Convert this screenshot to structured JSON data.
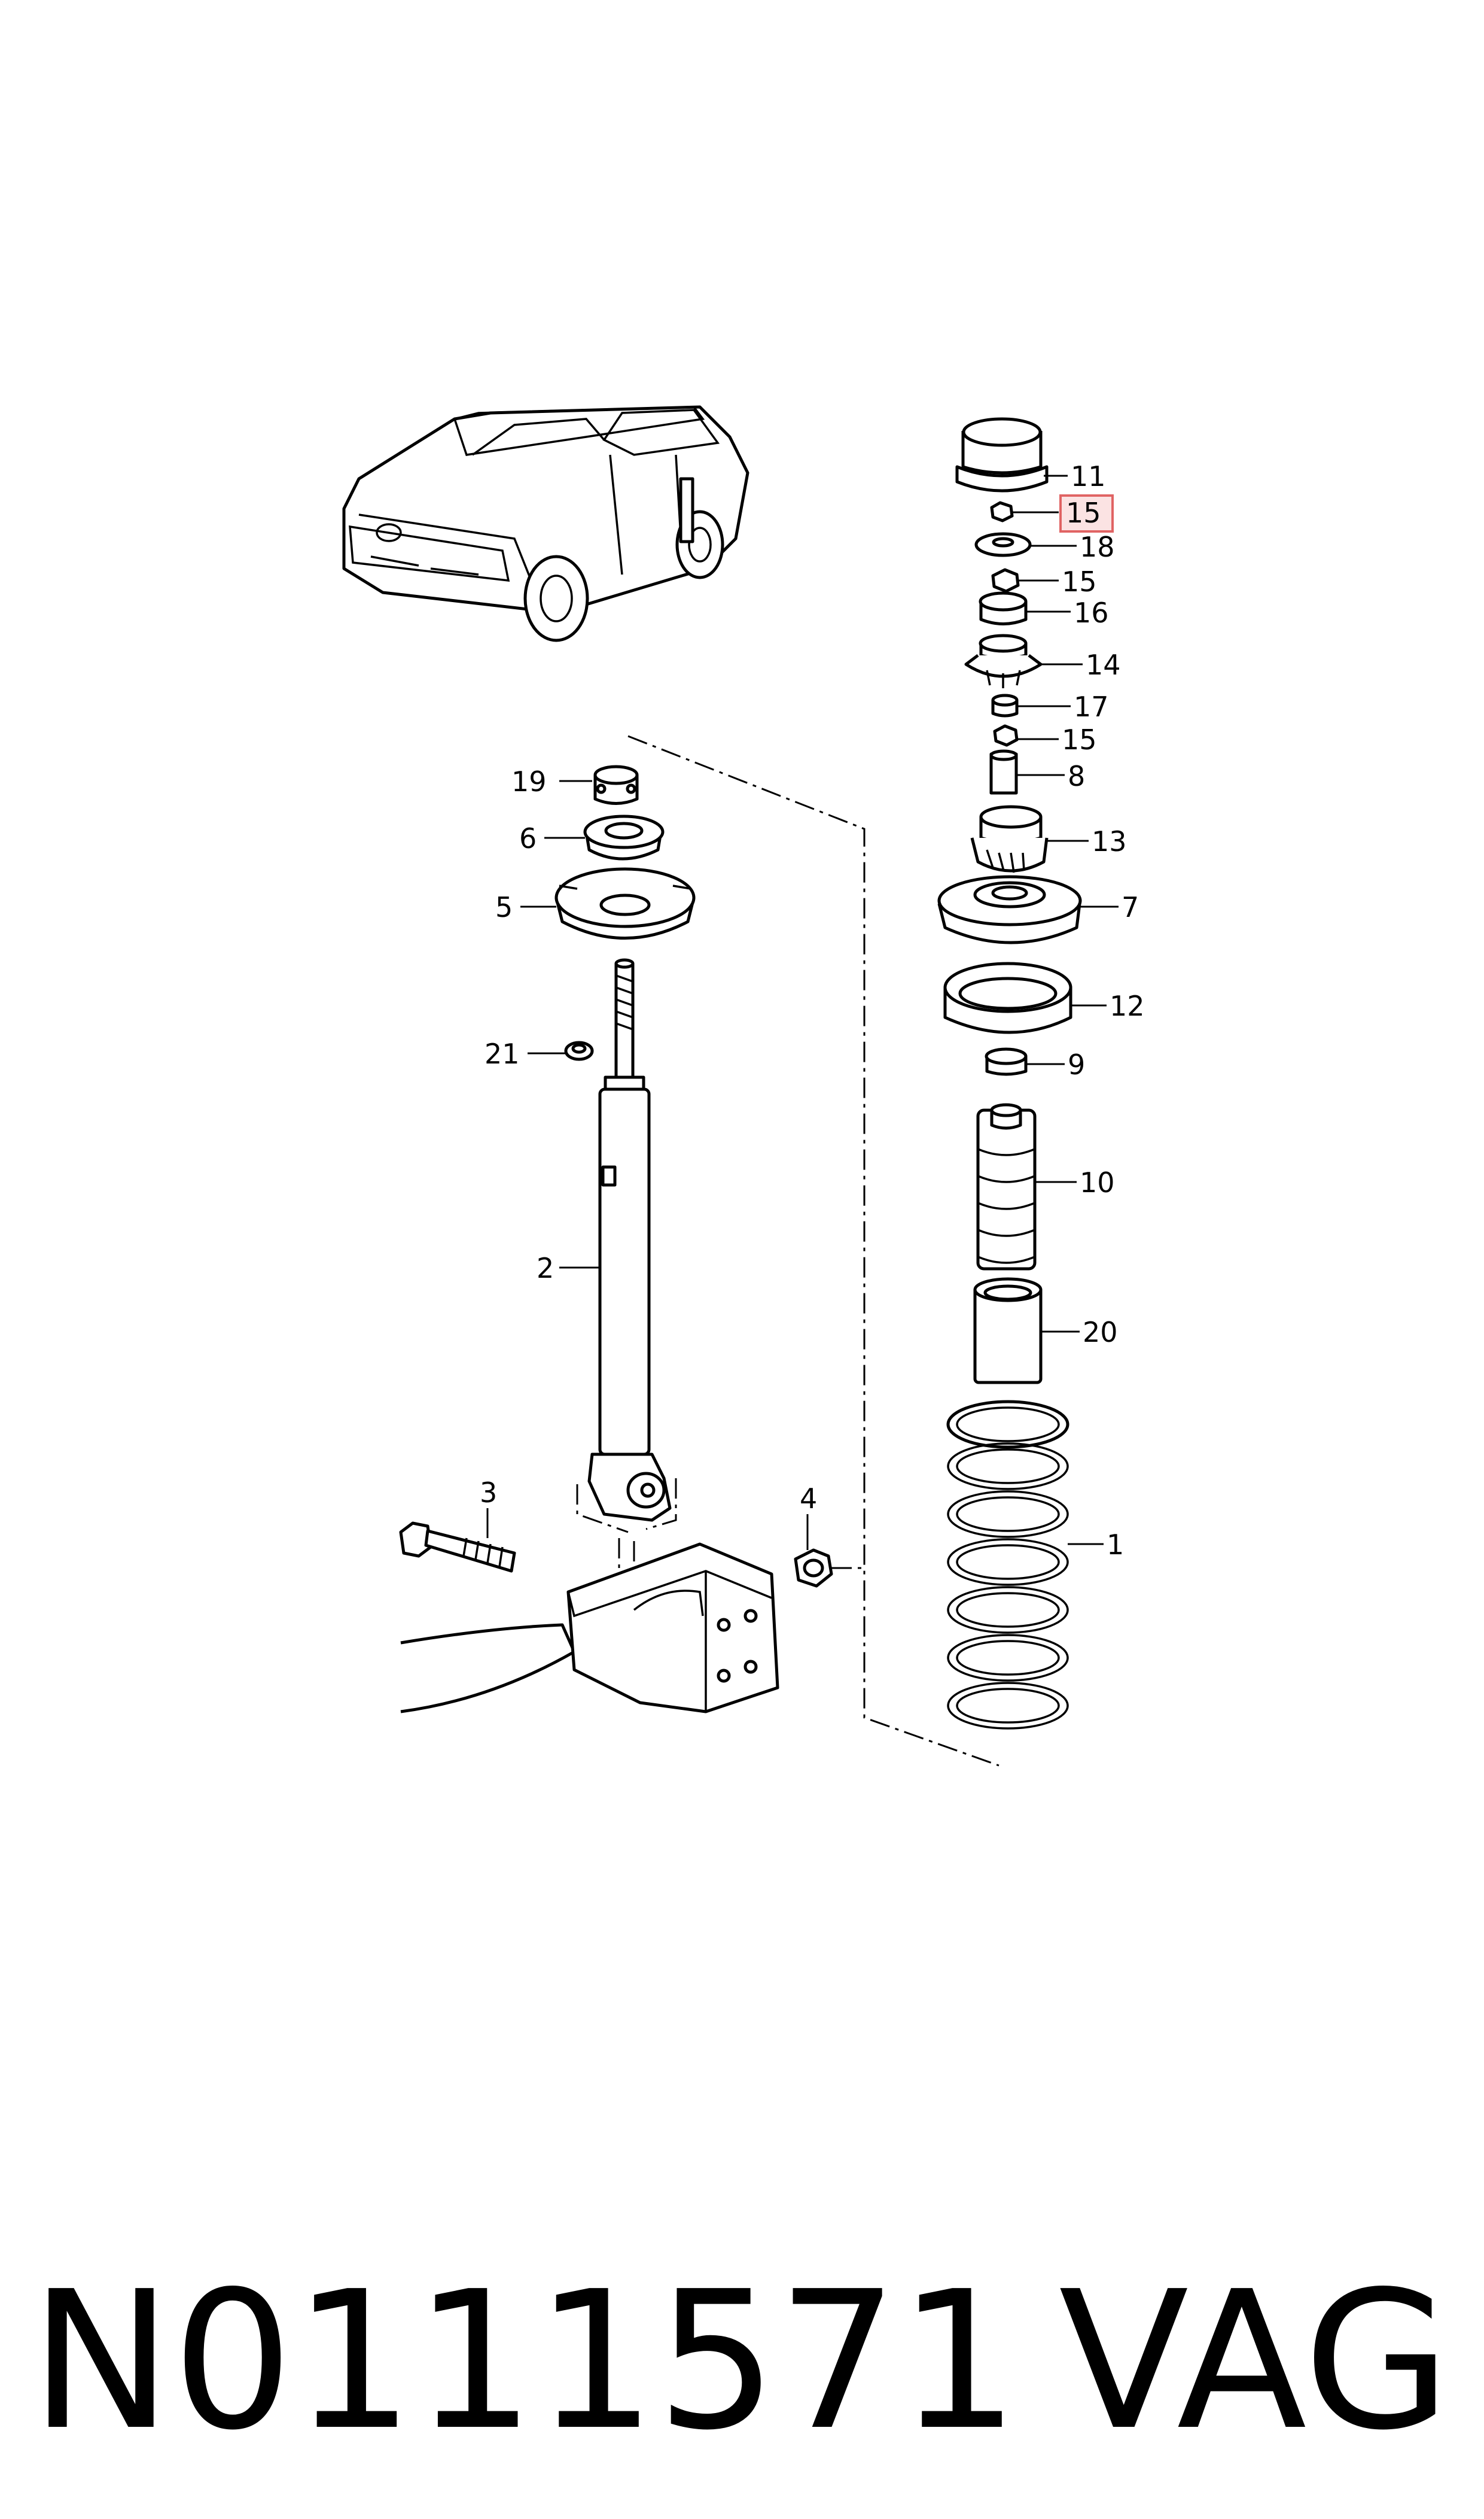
{
  "callouts": {
    "c1": "1",
    "c2": "2",
    "c3": "3",
    "c4": "4",
    "c5": "5",
    "c6": "6",
    "c7": "7",
    "c8": "8",
    "c9": "9",
    "c10": "10",
    "c11": "11",
    "c12": "12",
    "c13": "13",
    "c14": "14",
    "c15a": "15",
    "c15b": "15",
    "c15c": "15",
    "c16": "16",
    "c17": "17",
    "c18": "18",
    "c19": "19",
    "c20": "20",
    "c21": "21"
  },
  "highlighted_callout": "15",
  "highlight_color": "#e06464",
  "footer": {
    "part_number": "N0111571",
    "brand": "VAG"
  }
}
